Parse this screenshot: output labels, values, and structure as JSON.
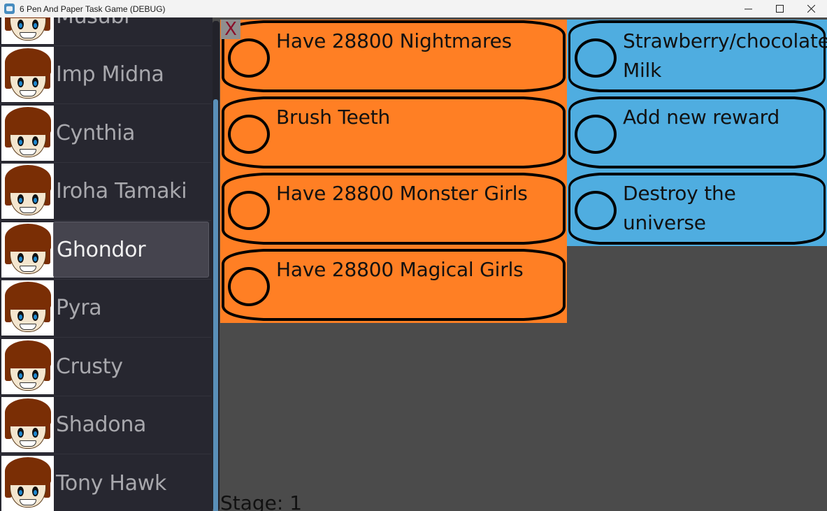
{
  "window": {
    "title": "6 Pen And Paper Task Game (DEBUG)",
    "controls": {
      "minimize": "—",
      "maximize": "☐",
      "close": "✕"
    }
  },
  "characters": [
    {
      "name": "Musubi",
      "selected": false
    },
    {
      "name": "Imp Midna",
      "selected": false
    },
    {
      "name": "Cynthia",
      "selected": false
    },
    {
      "name": "Iroha Tamaki",
      "selected": false
    },
    {
      "name": "Ghondor",
      "selected": true
    },
    {
      "name": "Pyra",
      "selected": false
    },
    {
      "name": "Crusty",
      "selected": false
    },
    {
      "name": "Shadona",
      "selected": false
    },
    {
      "name": "Tony Hawk",
      "selected": false
    }
  ],
  "close_button": {
    "label": "X"
  },
  "tasks": [
    {
      "label": "Have 28800 Nightmares"
    },
    {
      "label": "Brush Teeth"
    },
    {
      "label": "Have 28800 Monster Girls"
    },
    {
      "label": "Have 28800 Magical Girls"
    }
  ],
  "rewards": [
    {
      "label": "Strawberry/chocolate Milk"
    },
    {
      "label": "Add new reward"
    },
    {
      "label": "Destroy the universe"
    }
  ],
  "stage": {
    "label": "Stage: 1"
  },
  "colors": {
    "task_bg": "#ff7f24",
    "reward_bg": "#4fade0",
    "sidebar_bg": "#272730",
    "main_bg": "#4b4b4b",
    "selected_bg": "#45444e",
    "scroll_thumb": "#5a8fb8",
    "close_x": "#8a0f2a"
  }
}
